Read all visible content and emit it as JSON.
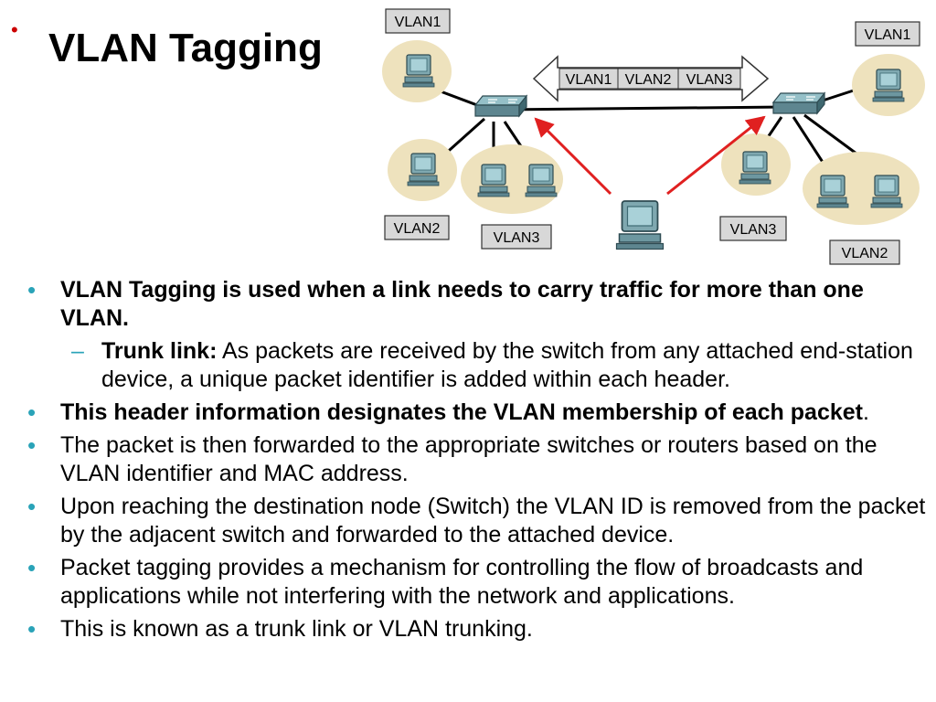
{
  "slide": {
    "title": "VLAN Tagging",
    "title_marker": "•"
  },
  "diagram": {
    "labels": {
      "top_left": "VLAN1",
      "top_right": "VLAN1",
      "bottom_left_vlan2": "VLAN2",
      "bottom_left_vlan3": "VLAN3",
      "bottom_right_vlan3": "VLAN3",
      "bottom_right_vlan2": "VLAN2"
    },
    "trunk_arrow": {
      "segments": [
        "VLAN1",
        "VLAN2",
        "VLAN3"
      ]
    },
    "colors": {
      "cluster_fill": "#eee2bd",
      "label_box": "#d8d8d8",
      "trunk_link": "#000000",
      "red_arrows": "#e02020",
      "device": "#7fa8b0"
    }
  },
  "bullets": {
    "b1": {
      "bold": "VLAN Tagging is used when a link needs to carry traffic for more than one VLAN."
    },
    "b1_sub": {
      "bold": "Trunk link:",
      "text": " As packets are received by the switch from any attached end-station device, a unique packet identifier is added within each header."
    },
    "b2": {
      "bold": "This header information designates the VLAN membership of each packet",
      "text": "."
    },
    "b3": {
      "text": "The packet is then forwarded to the appropriate switches or routers based on the VLAN identifier and MAC address."
    },
    "b4": {
      "text": "Upon reaching the destination node (Switch) the VLAN ID is removed from the packet by the adjacent switch and forwarded to the attached device."
    },
    "b5": {
      "text": "Packet tagging provides a mechanism for controlling the flow of broadcasts and applications while not interfering with the network and applications."
    },
    "b6": {
      "text": "This is known as a trunk link or VLAN trunking."
    },
    "bullet_marker": "•",
    "sub_marker": "–",
    "marker_color": "#2aa3b8"
  }
}
